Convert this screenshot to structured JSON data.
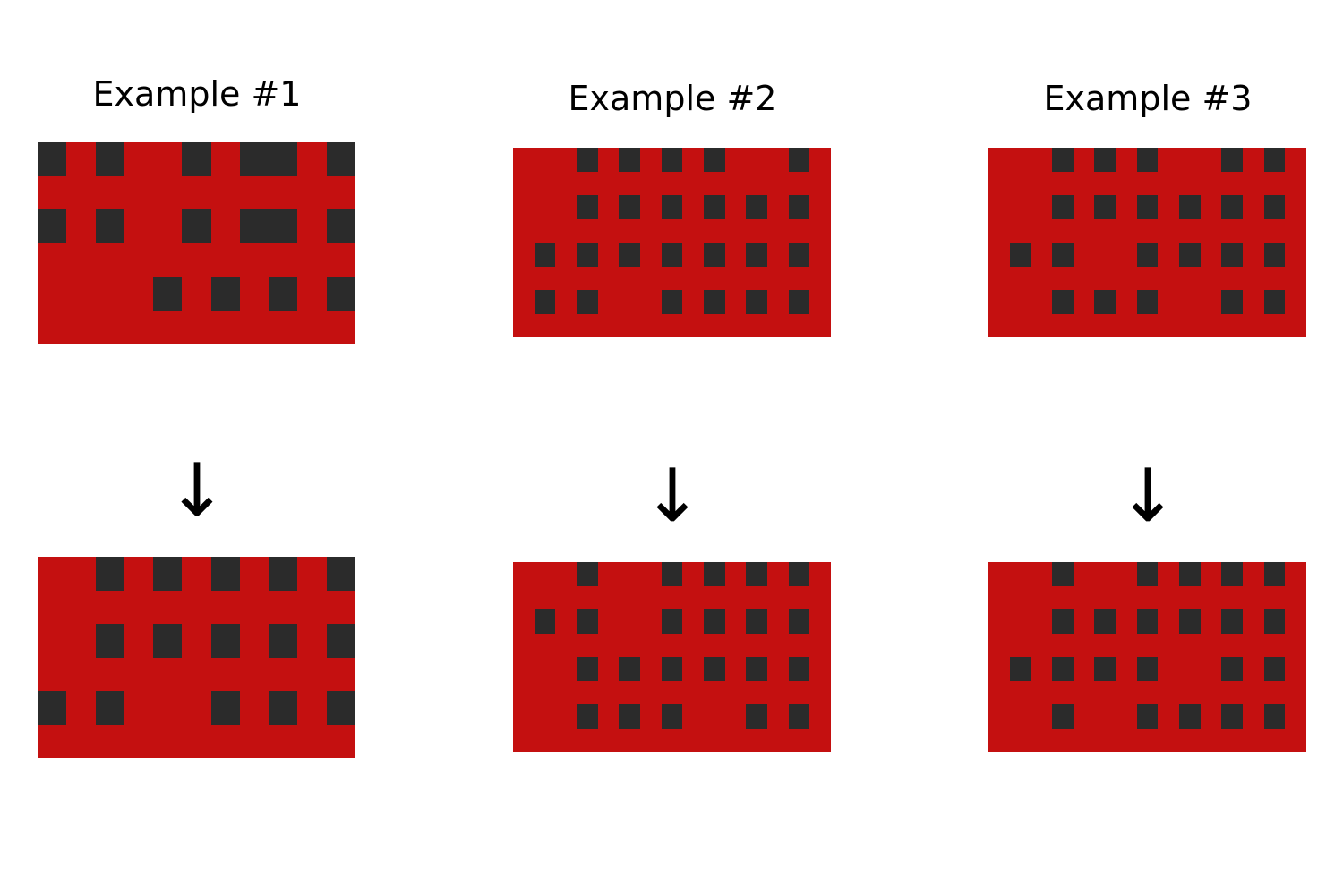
{
  "colors": {
    "background": "#c41010",
    "cell": "#2b2b2b",
    "text": "#000000"
  },
  "arrow_glyph": "↓",
  "examples": [
    {
      "title": "Example #1",
      "input": [
        [
          1,
          0,
          1,
          0,
          0,
          1,
          0,
          1,
          1,
          0,
          1
        ],
        [
          0,
          0,
          0,
          0,
          0,
          0,
          0,
          0,
          0,
          0,
          0
        ],
        [
          1,
          0,
          1,
          0,
          0,
          1,
          0,
          1,
          1,
          0,
          1
        ],
        [
          0,
          0,
          0,
          0,
          0,
          0,
          0,
          0,
          0,
          0,
          0
        ],
        [
          0,
          0,
          0,
          0,
          1,
          0,
          1,
          0,
          1,
          0,
          1
        ],
        [
          0,
          0,
          0,
          0,
          0,
          0,
          0,
          0,
          0,
          0,
          0
        ]
      ],
      "output": [
        [
          0,
          0,
          1,
          0,
          1,
          0,
          1,
          0,
          1,
          0,
          1
        ],
        [
          0,
          0,
          0,
          0,
          0,
          0,
          0,
          0,
          0,
          0,
          0
        ],
        [
          0,
          0,
          1,
          0,
          1,
          0,
          1,
          0,
          1,
          0,
          1
        ],
        [
          0,
          0,
          0,
          0,
          0,
          0,
          0,
          0,
          0,
          0,
          0
        ],
        [
          1,
          0,
          1,
          0,
          0,
          0,
          1,
          0,
          1,
          0,
          1
        ],
        [
          0,
          0,
          0,
          0,
          0,
          0,
          0,
          0,
          0,
          0,
          0
        ]
      ]
    },
    {
      "title": "Example #2",
      "input": [
        [
          0,
          0,
          0,
          1,
          0,
          1,
          0,
          1,
          0,
          1,
          0,
          0,
          0,
          1,
          0
        ],
        [
          0,
          0,
          0,
          0,
          0,
          0,
          0,
          0,
          0,
          0,
          0,
          0,
          0,
          0,
          0
        ],
        [
          0,
          0,
          0,
          1,
          0,
          1,
          0,
          1,
          0,
          1,
          0,
          1,
          0,
          1,
          0
        ],
        [
          0,
          0,
          0,
          0,
          0,
          0,
          0,
          0,
          0,
          0,
          0,
          0,
          0,
          0,
          0
        ],
        [
          0,
          1,
          0,
          1,
          0,
          1,
          0,
          1,
          0,
          1,
          0,
          1,
          0,
          1,
          0
        ],
        [
          0,
          0,
          0,
          0,
          0,
          0,
          0,
          0,
          0,
          0,
          0,
          0,
          0,
          0,
          0
        ],
        [
          0,
          1,
          0,
          1,
          0,
          0,
          0,
          1,
          0,
          1,
          0,
          1,
          0,
          1,
          0
        ],
        [
          0,
          0,
          0,
          0,
          0,
          0,
          0,
          0,
          0,
          0,
          0,
          0,
          0,
          0,
          0
        ]
      ],
      "output": [
        [
          0,
          0,
          0,
          1,
          0,
          0,
          0,
          1,
          0,
          1,
          0,
          1,
          0,
          1,
          0
        ],
        [
          0,
          0,
          0,
          0,
          0,
          0,
          0,
          0,
          0,
          0,
          0,
          0,
          0,
          0,
          0
        ],
        [
          0,
          1,
          0,
          1,
          0,
          0,
          0,
          1,
          0,
          1,
          0,
          1,
          0,
          1,
          0
        ],
        [
          0,
          0,
          0,
          0,
          0,
          0,
          0,
          0,
          0,
          0,
          0,
          0,
          0,
          0,
          0
        ],
        [
          0,
          0,
          0,
          1,
          0,
          1,
          0,
          1,
          0,
          1,
          0,
          1,
          0,
          1,
          0
        ],
        [
          0,
          0,
          0,
          0,
          0,
          0,
          0,
          0,
          0,
          0,
          0,
          0,
          0,
          0,
          0
        ],
        [
          0,
          0,
          0,
          1,
          0,
          1,
          0,
          1,
          0,
          0,
          0,
          1,
          0,
          1,
          0
        ],
        [
          0,
          0,
          0,
          0,
          0,
          0,
          0,
          0,
          0,
          0,
          0,
          0,
          0,
          0,
          0
        ]
      ]
    },
    {
      "title": "Example #3",
      "input": [
        [
          0,
          0,
          0,
          1,
          0,
          1,
          0,
          1,
          0,
          0,
          0,
          1,
          0,
          1,
          0
        ],
        [
          0,
          0,
          0,
          0,
          0,
          0,
          0,
          0,
          0,
          0,
          0,
          0,
          0,
          0,
          0
        ],
        [
          0,
          0,
          0,
          1,
          0,
          1,
          0,
          1,
          0,
          1,
          0,
          1,
          0,
          1,
          0
        ],
        [
          0,
          0,
          0,
          0,
          0,
          0,
          0,
          0,
          0,
          0,
          0,
          0,
          0,
          0,
          0
        ],
        [
          0,
          1,
          0,
          1,
          0,
          0,
          0,
          1,
          0,
          1,
          0,
          1,
          0,
          1,
          0
        ],
        [
          0,
          0,
          0,
          0,
          0,
          0,
          0,
          0,
          0,
          0,
          0,
          0,
          0,
          0,
          0
        ],
        [
          0,
          0,
          0,
          1,
          0,
          1,
          0,
          1,
          0,
          0,
          0,
          1,
          0,
          1,
          0
        ],
        [
          0,
          0,
          0,
          0,
          0,
          0,
          0,
          0,
          0,
          0,
          0,
          0,
          0,
          0,
          0
        ]
      ],
      "output": [
        [
          0,
          0,
          0,
          1,
          0,
          0,
          0,
          1,
          0,
          1,
          0,
          1,
          0,
          1,
          0
        ],
        [
          0,
          0,
          0,
          0,
          0,
          0,
          0,
          0,
          0,
          0,
          0,
          0,
          0,
          0,
          0
        ],
        [
          0,
          0,
          0,
          1,
          0,
          1,
          0,
          1,
          0,
          1,
          0,
          1,
          0,
          1,
          0
        ],
        [
          0,
          0,
          0,
          0,
          0,
          0,
          0,
          0,
          0,
          0,
          0,
          0,
          0,
          0,
          0
        ],
        [
          0,
          1,
          0,
          1,
          0,
          1,
          0,
          1,
          0,
          0,
          0,
          1,
          0,
          1,
          0
        ],
        [
          0,
          0,
          0,
          0,
          0,
          0,
          0,
          0,
          0,
          0,
          0,
          0,
          0,
          0,
          0
        ],
        [
          0,
          0,
          0,
          1,
          0,
          0,
          0,
          1,
          0,
          1,
          0,
          1,
          0,
          1,
          0
        ],
        [
          0,
          0,
          0,
          0,
          0,
          0,
          0,
          0,
          0,
          0,
          0,
          0,
          0,
          0,
          0
        ]
      ]
    }
  ]
}
